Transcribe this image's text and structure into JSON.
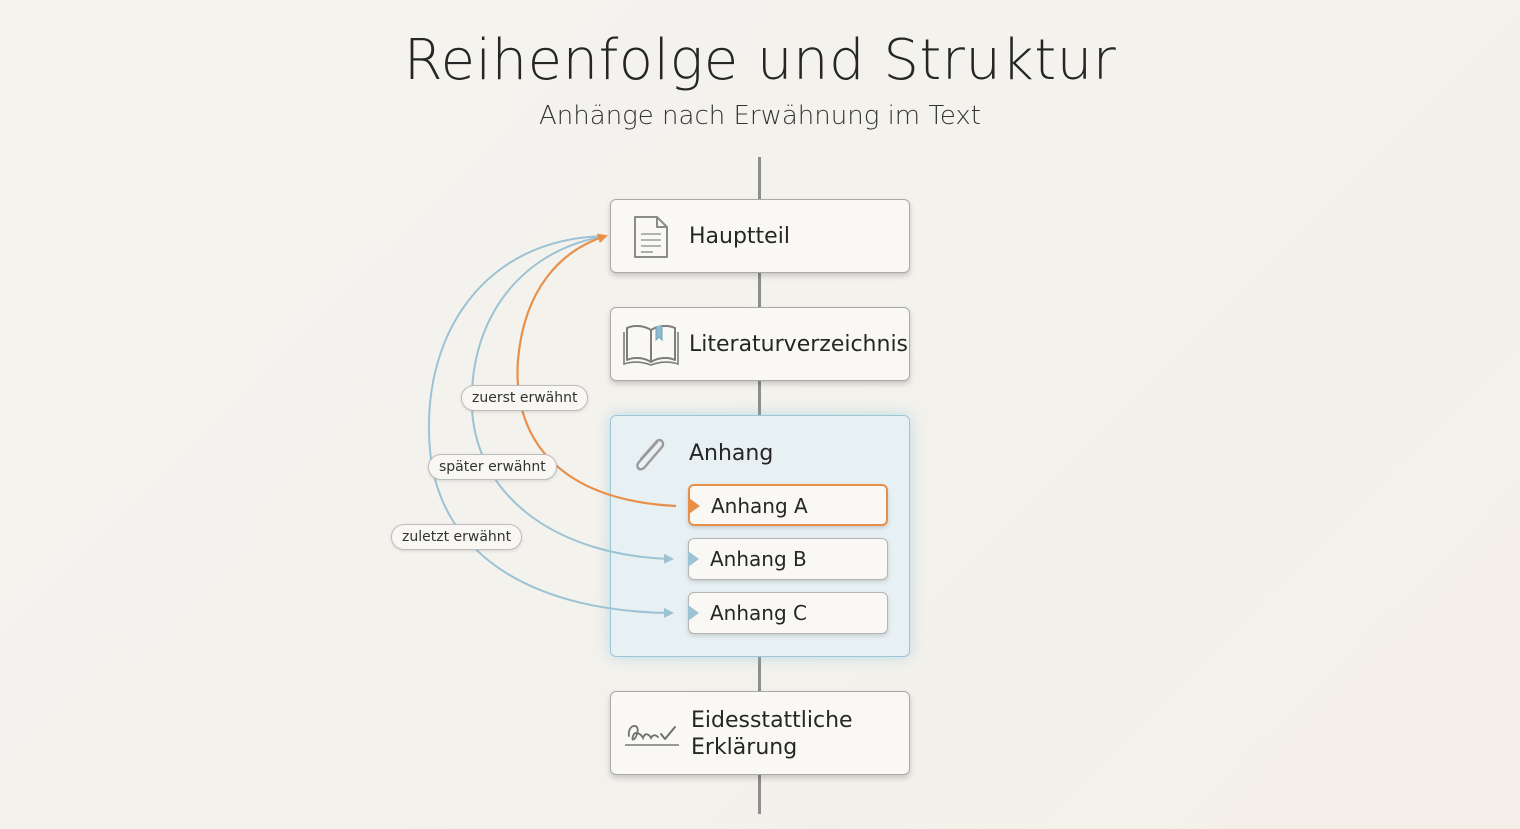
{
  "title": "Reihenfolge und Struktur",
  "subtitle": "Anhänge nach Erwähnung im Text",
  "sections": {
    "hauptteil": {
      "label": "Hauptteil",
      "icon": "document-icon"
    },
    "literatur": {
      "label": "Literaturverzeichnis",
      "icon": "book-icon"
    },
    "anhang": {
      "label": "Anhang",
      "icon": "paperclip-icon"
    },
    "erklaerung": {
      "label_line1": "Eidesstattliche",
      "label_line2": "Erklärung",
      "icon": "signature-icon"
    }
  },
  "appendices": [
    {
      "label": "Anhang A",
      "highlighted": true
    },
    {
      "label": "Anhang B",
      "highlighted": false
    },
    {
      "label": "Anhang C",
      "highlighted": false
    }
  ],
  "mentions": [
    {
      "label": "zuerst erwähnt",
      "color": "#e8904a"
    },
    {
      "label": "später erwähnt",
      "color": "#9cc3d4"
    },
    {
      "label": "zuletzt erwähnt",
      "color": "#9cc3d4"
    }
  ],
  "colors": {
    "accent_orange": "#e8904a",
    "accent_blue": "#9cc3d4",
    "spine": "#8d8d8d"
  }
}
